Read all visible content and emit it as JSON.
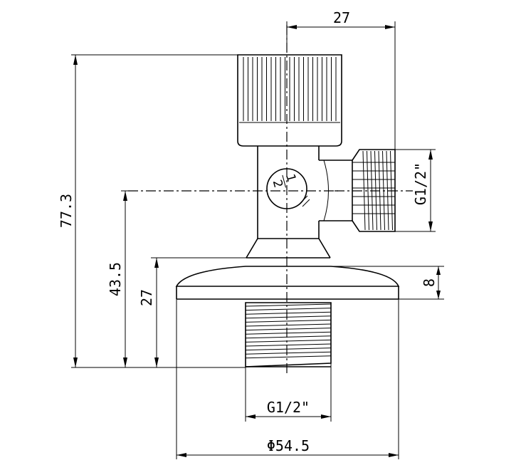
{
  "dimensions": {
    "top_width": "27",
    "total_height": "77.3",
    "center_height": "43.5",
    "base_height": "27",
    "flange_thickness": "8",
    "side_thread": "G1/2\"",
    "bottom_thread": "G1/2\"",
    "flange_diameter": "Φ54.5"
  },
  "body_mark": {
    "numerator": "1",
    "denominator": "2"
  }
}
